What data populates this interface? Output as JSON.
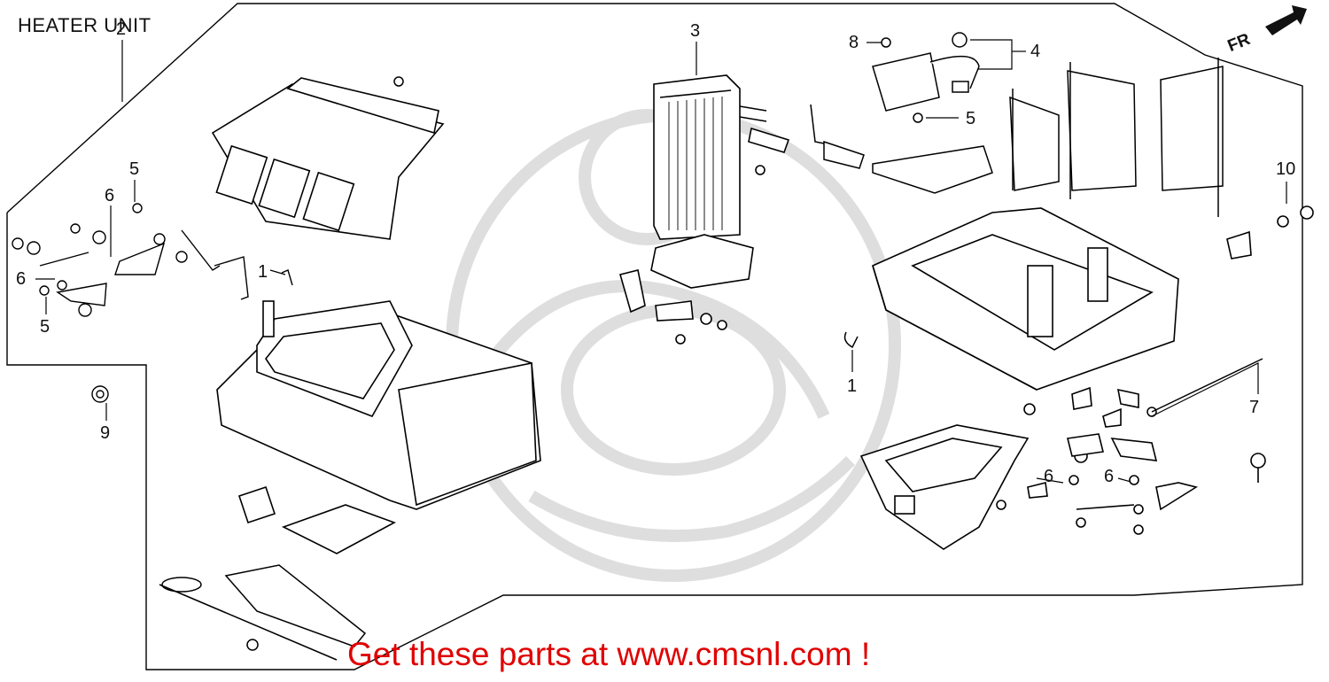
{
  "title": "HEATER UNIT",
  "promo_text": "Get these parts at www.cmsnl.com !",
  "direction_label": "FR",
  "colors": {
    "line": "#000000",
    "promo": "#e00000",
    "watermark": "#dcdcdc",
    "background": "#ffffff"
  },
  "callouts": [
    {
      "id": "c2",
      "text": "2"
    },
    {
      "id": "c3",
      "text": "3"
    },
    {
      "id": "c8",
      "text": "8"
    },
    {
      "id": "c4",
      "text": "4"
    },
    {
      "id": "c5a",
      "text": "5"
    },
    {
      "id": "c5b",
      "text": "5"
    },
    {
      "id": "c6a",
      "text": "6"
    },
    {
      "id": "c6b",
      "text": "6"
    },
    {
      "id": "c5c",
      "text": "5"
    },
    {
      "id": "c1a",
      "text": "1"
    },
    {
      "id": "c9",
      "text": "9"
    },
    {
      "id": "c10",
      "text": "10"
    },
    {
      "id": "c1b",
      "text": "1"
    },
    {
      "id": "c7",
      "text": "7"
    },
    {
      "id": "c6c",
      "text": "6"
    },
    {
      "id": "c6d",
      "text": "6"
    }
  ]
}
